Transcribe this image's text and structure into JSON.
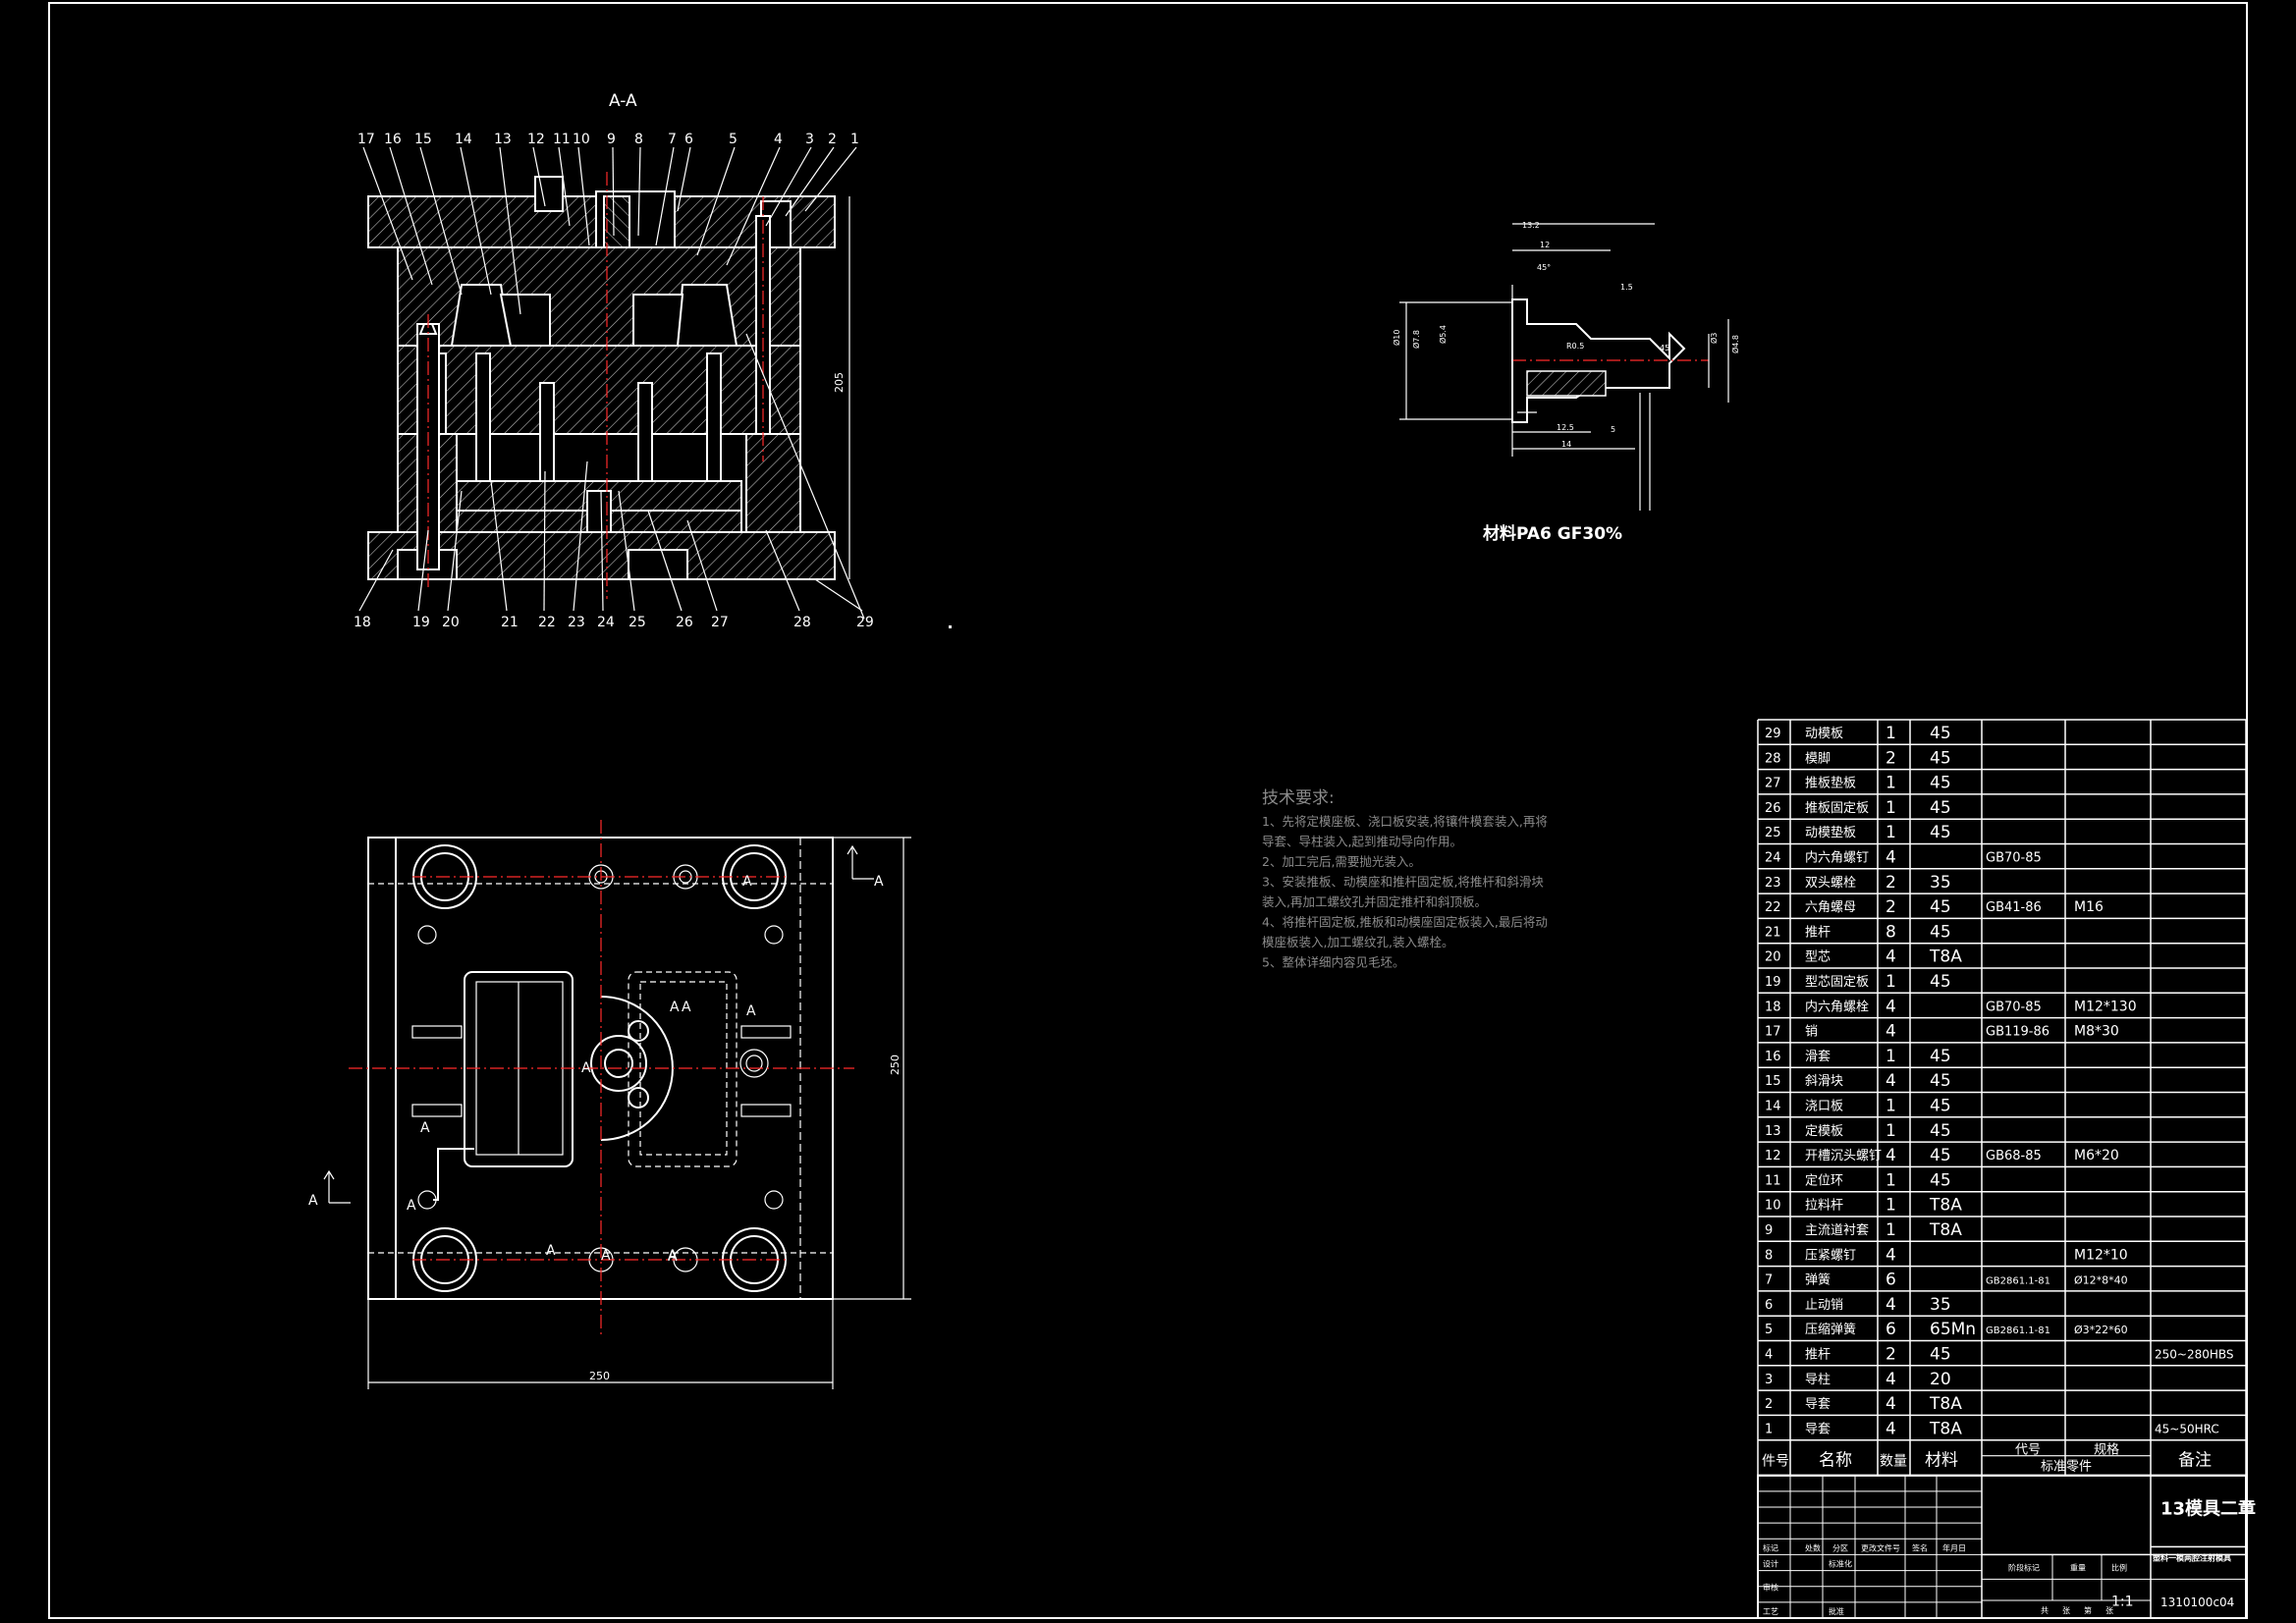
{
  "section_title": "A-A",
  "part_labels_top": [
    "17",
    "16",
    "15",
    "14",
    "13",
    "12",
    "11",
    "10",
    "9",
    "8",
    "7",
    "6",
    "5",
    "4",
    "3",
    "2",
    "1"
  ],
  "part_labels_bottom": [
    "18",
    "19",
    "20",
    "21",
    "22",
    "23",
    "24",
    "25",
    "26",
    "27",
    "28",
    "29"
  ],
  "dimensions": {
    "section_height": "205",
    "plan_width": "250",
    "plan_height": "250"
  },
  "plan_markers": {
    "a": "A"
  },
  "part_material_label": "材料PA6 GF30%",
  "part_dims": [
    "13.2",
    "12",
    "45°",
    "R0.5",
    "1.5",
    "45",
    "5",
    "12.5",
    "14",
    "Ø7.8",
    "Ø5.4",
    "Ø10",
    "Ø3",
    "Ø4.8"
  ],
  "tech_requirements": {
    "title": "技术要求:",
    "lines": [
      "1、先将定模座板、浇口板安装,将镶件模套装入,再将",
      "导套、导柱装入,起到推动导向作用。",
      "2、加工完后,需要抛光装入。",
      "3、安装推板、动模座和推杆固定板,将推杆和斜滑块",
      "装入,再加工螺纹孔并固定推杆和斜顶板。",
      "4、将推杆固定板,推板和动模座固定板装入,最后将动",
      "模座板装入,加工螺纹孔,装入螺栓。",
      "5、整体详细内容见毛坯。"
    ]
  },
  "bom": {
    "rows": [
      {
        "no": "29",
        "name": "动模板",
        "qty": "1",
        "mat": "45",
        "code": "",
        "spec": "",
        "note": ""
      },
      {
        "no": "28",
        "name": "模脚",
        "qty": "2",
        "mat": "45",
        "code": "",
        "spec": "",
        "note": ""
      },
      {
        "no": "27",
        "name": "推板垫板",
        "qty": "1",
        "mat": "45",
        "code": "",
        "spec": "",
        "note": ""
      },
      {
        "no": "26",
        "name": "推板固定板",
        "qty": "1",
        "mat": "45",
        "code": "",
        "spec": "",
        "note": ""
      },
      {
        "no": "25",
        "name": "动模垫板",
        "qty": "1",
        "mat": "45",
        "code": "",
        "spec": "",
        "note": ""
      },
      {
        "no": "24",
        "name": "内六角螺钉",
        "qty": "4",
        "mat": "",
        "code": "GB70-85",
        "spec": "",
        "note": ""
      },
      {
        "no": "23",
        "name": "双头螺栓",
        "qty": "2",
        "mat": "35",
        "code": "",
        "spec": "",
        "note": ""
      },
      {
        "no": "22",
        "name": "六角螺母",
        "qty": "2",
        "mat": "45",
        "code": "GB41-86",
        "spec": "M16",
        "note": ""
      },
      {
        "no": "21",
        "name": "推杆",
        "qty": "8",
        "mat": "45",
        "code": "",
        "spec": "",
        "note": ""
      },
      {
        "no": "20",
        "name": "型芯",
        "qty": "4",
        "mat": "T8A",
        "code": "",
        "spec": "",
        "note": ""
      },
      {
        "no": "19",
        "name": "型芯固定板",
        "qty": "1",
        "mat": "45",
        "code": "",
        "spec": "",
        "note": ""
      },
      {
        "no": "18",
        "name": "内六角螺栓",
        "qty": "4",
        "mat": "",
        "code": "GB70-85",
        "spec": "M12*130",
        "note": ""
      },
      {
        "no": "17",
        "name": "销",
        "qty": "4",
        "mat": "",
        "code": "GB119-86",
        "spec": "M8*30",
        "note": ""
      },
      {
        "no": "16",
        "name": "滑套",
        "qty": "1",
        "mat": "45",
        "code": "",
        "spec": "",
        "note": ""
      },
      {
        "no": "15",
        "name": "斜滑块",
        "qty": "4",
        "mat": "45",
        "code": "",
        "spec": "",
        "note": ""
      },
      {
        "no": "14",
        "name": "浇口板",
        "qty": "1",
        "mat": "45",
        "code": "",
        "spec": "",
        "note": ""
      },
      {
        "no": "13",
        "name": "定模板",
        "qty": "1",
        "mat": "45",
        "code": "",
        "spec": "",
        "note": ""
      },
      {
        "no": "12",
        "name": "开槽沉头螺钉",
        "qty": "4",
        "mat": "45",
        "code": "GB68-85",
        "spec": "M6*20",
        "note": ""
      },
      {
        "no": "11",
        "name": "定位环",
        "qty": "1",
        "mat": "45",
        "code": "",
        "spec": "",
        "note": ""
      },
      {
        "no": "10",
        "name": "拉料杆",
        "qty": "1",
        "mat": "T8A",
        "code": "",
        "spec": "",
        "note": ""
      },
      {
        "no": "9",
        "name": "主流道衬套",
        "qty": "1",
        "mat": "T8A",
        "code": "",
        "spec": "",
        "note": ""
      },
      {
        "no": "8",
        "name": "压紧螺钉",
        "qty": "4",
        "mat": "",
        "code": "",
        "spec": "M12*10",
        "note": ""
      },
      {
        "no": "7",
        "name": "弹簧",
        "qty": "6",
        "mat": "",
        "code": "GB2861.1-81",
        "spec": "Ø12*8*40",
        "note": ""
      },
      {
        "no": "6",
        "name": "止动销",
        "qty": "4",
        "mat": "35",
        "code": "",
        "spec": "",
        "note": ""
      },
      {
        "no": "5",
        "name": "压缩弹簧",
        "qty": "6",
        "mat": "65Mn",
        "code": "GB2861.1-81",
        "spec": "Ø3*22*60",
        "note": ""
      },
      {
        "no": "4",
        "name": "推杆",
        "qty": "2",
        "mat": "45",
        "code": "",
        "spec": "",
        "note": "250~280HBS"
      },
      {
        "no": "3",
        "name": "导柱",
        "qty": "4",
        "mat": "20",
        "code": "",
        "spec": "",
        "note": ""
      },
      {
        "no": "2",
        "name": "导套",
        "qty": "4",
        "mat": "T8A",
        "code": "",
        "spec": "",
        "note": ""
      },
      {
        "no": "1",
        "name": "导套",
        "qty": "4",
        "mat": "T8A",
        "code": "",
        "spec": "",
        "note": "45~50HRC"
      }
    ],
    "header": {
      "no": "件号",
      "name": "名称",
      "qty": "数量",
      "mat": "材料",
      "code": "代号",
      "spec": "规格",
      "std": "标准零件",
      "note": "备注"
    }
  },
  "title_block": {
    "title": "13模具二章",
    "subtitle": "塑料一模两腔注射模具",
    "scale": "1:1",
    "drawing_no": "1310100c04",
    "row_labels": [
      "标记",
      "处数",
      "分区",
      "更改文件号",
      "签名",
      "年月日"
    ],
    "left_labels": [
      "设计",
      "审核",
      "工艺"
    ],
    "mid_labels": [
      "标准化",
      "批准"
    ],
    "stage_labels": [
      "阶段标记",
      "重量",
      "比例"
    ],
    "sheet_labels": [
      "共",
      "张",
      "第",
      "张"
    ]
  }
}
